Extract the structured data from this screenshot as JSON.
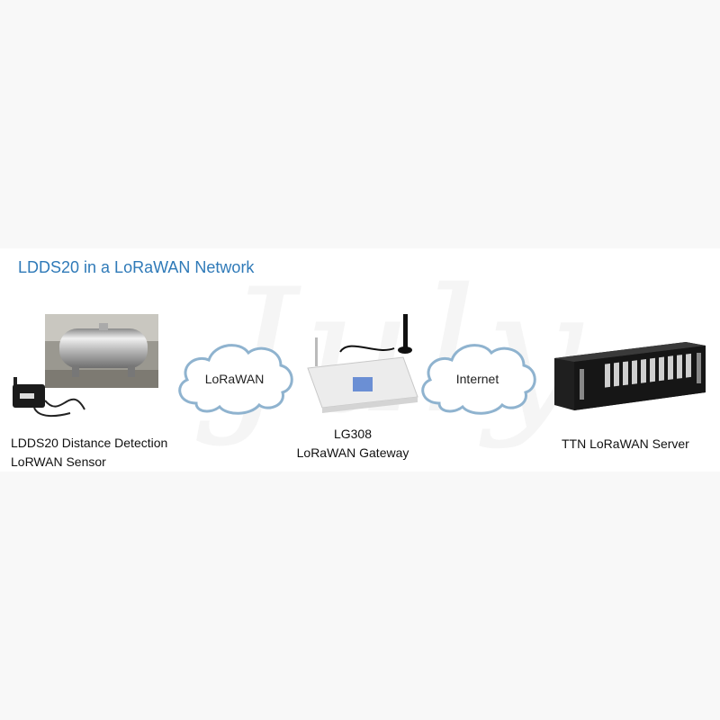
{
  "title": "LDDS20 in a LoRaWAN Network",
  "nodes": {
    "sensor": {
      "caption_line1": "LDDS20 Distance Detection",
      "caption_line2": "LoRWAN Sensor"
    },
    "cloud_lorawan": {
      "label": "LoRaWAN"
    },
    "gateway": {
      "caption_line1": "LG308",
      "caption_line2": "LoRaWAN Gateway"
    },
    "cloud_internet": {
      "label": "Internet"
    },
    "server": {
      "caption": "TTN LoRaWAN Server"
    }
  },
  "watermark": "July",
  "colors": {
    "title": "#2f7ab8",
    "cloud_stroke": "#8fb3cf",
    "cloud_fill": "#ffffff"
  }
}
